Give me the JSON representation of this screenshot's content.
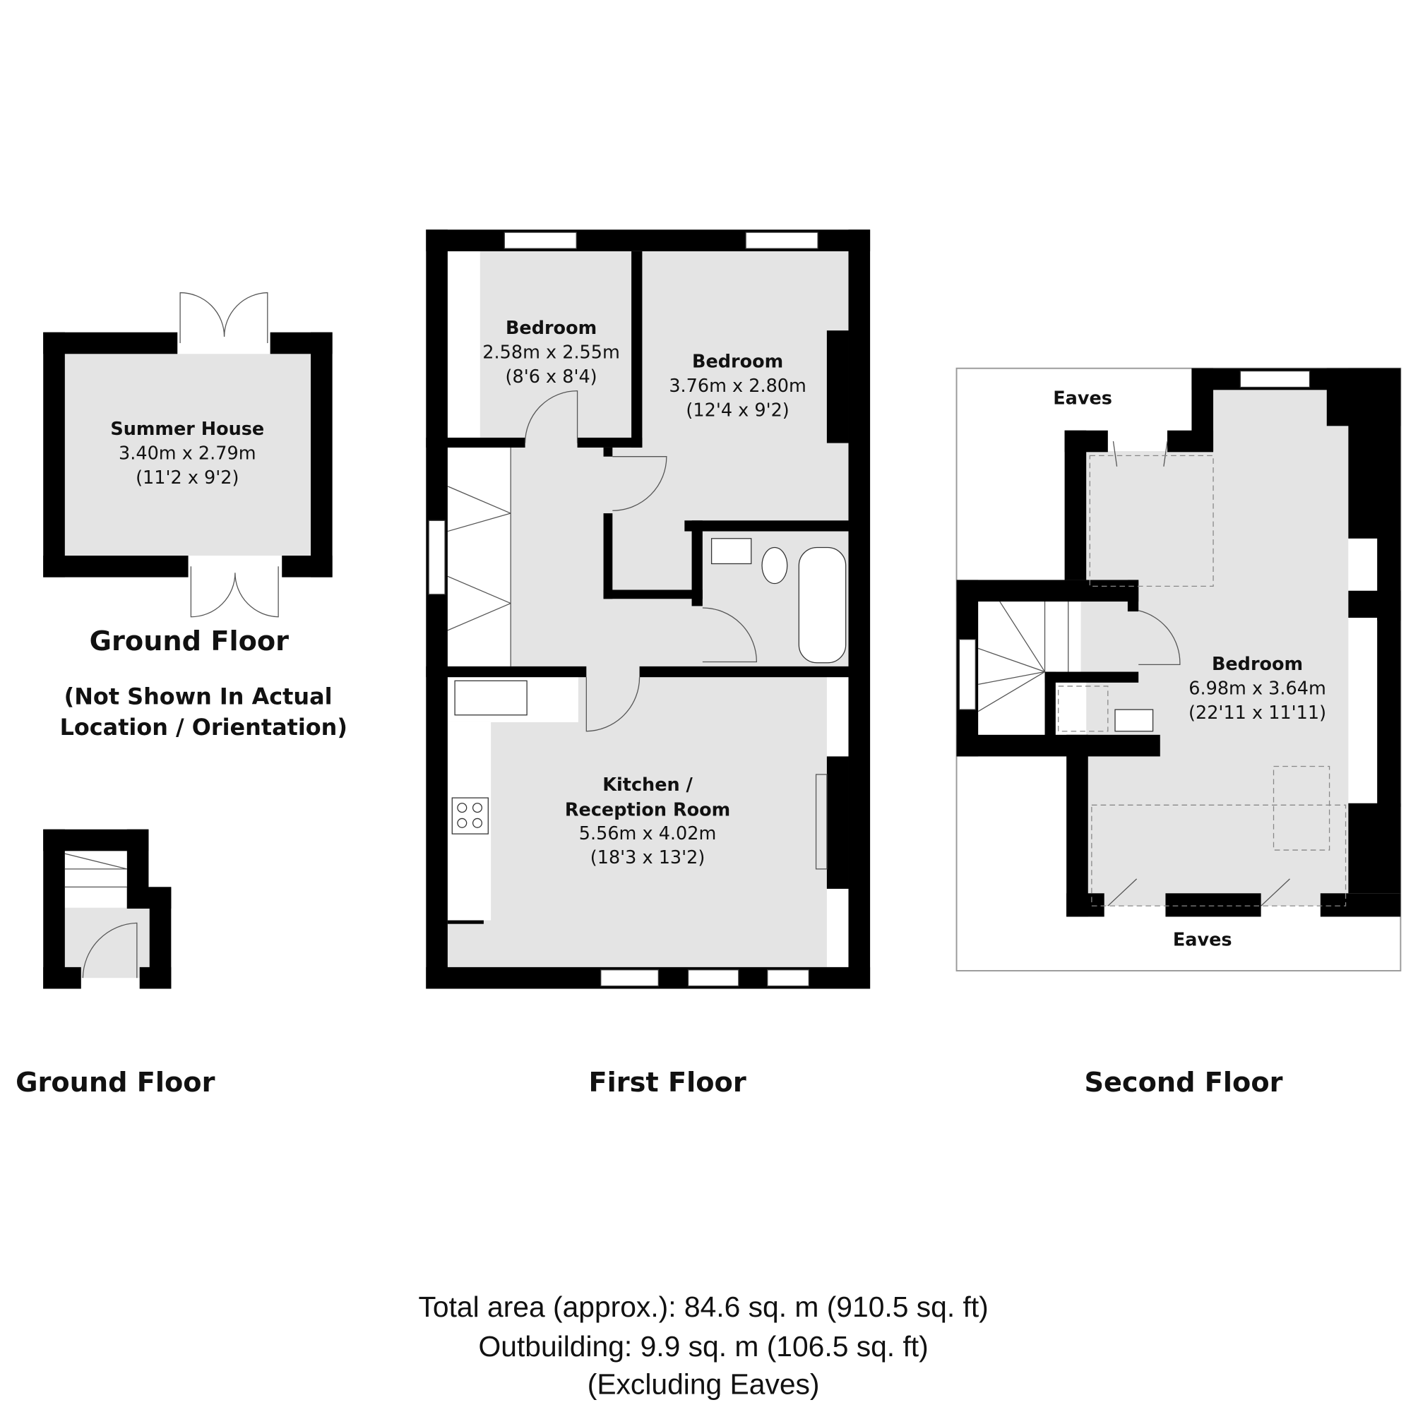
{
  "summer_house": {
    "name": "Summer House",
    "metric": "3.40m x 2.79m",
    "imperial": "(11'2 x 9'2)"
  },
  "ground_floor_outbuilding": {
    "label": "Ground Floor",
    "note_line1": "(Not Shown In Actual",
    "note_line2": "Location / Orientation)"
  },
  "ground_floor": {
    "label": "Ground Floor"
  },
  "first_floor": {
    "label": "First Floor",
    "rooms": [
      {
        "name": "Bedroom",
        "metric": "2.58m x 2.55m",
        "imperial": "(8'6 x 8'4)"
      },
      {
        "name": "Bedroom",
        "metric": "3.76m x 2.80m",
        "imperial": "(12'4 x 9'2)"
      },
      {
        "name_line1": "Kitchen /",
        "name_line2": "Reception Room",
        "metric": "5.56m x 4.02m",
        "imperial": "(18'3 x 13'2)"
      }
    ]
  },
  "second_floor": {
    "label": "Second Floor",
    "eaves_top": "Eaves",
    "eaves_bottom": "Eaves",
    "rooms": [
      {
        "name": "Bedroom",
        "metric": "6.98m x 3.64m",
        "imperial": "(22'11 x 11'11)"
      }
    ]
  },
  "totals": {
    "line1": "Total area (approx.): 84.6 sq. m (910.5 sq. ft)",
    "line2": "Outbuilding: 9.9 sq. m (106.5 sq. ft)",
    "line3": "(Excluding Eaves)"
  }
}
